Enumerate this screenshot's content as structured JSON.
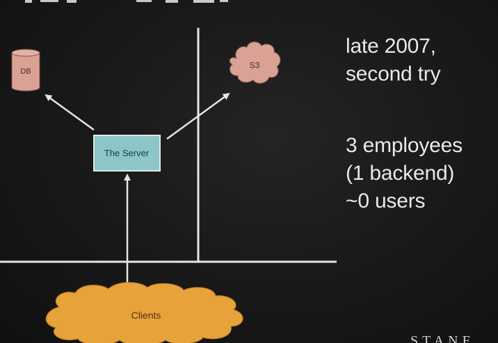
{
  "diagram": {
    "nodes": {
      "db": {
        "label": "DB",
        "shape": "cylinder",
        "fill": "#d9a294"
      },
      "s3": {
        "label": "S3",
        "shape": "cloud",
        "fill": "#d9a294"
      },
      "server": {
        "label": "The Server",
        "shape": "box",
        "fill": "#8cc6c8"
      },
      "clients": {
        "label": "Clients",
        "shape": "cloud",
        "fill": "#e8a23a"
      }
    },
    "edges": [
      {
        "from": "server",
        "to": "db"
      },
      {
        "from": "server",
        "to": "s3"
      },
      {
        "from": "clients",
        "to": "server"
      }
    ]
  },
  "caption": {
    "line1": "late 2007,",
    "line2": "second try"
  },
  "stats": {
    "line1": "3 employees",
    "line2": "(1 backend)",
    "line3": "~0 users"
  },
  "watermark": "STANF",
  "colors": {
    "background": "#1c1c1c",
    "lines": "#e6e6e6",
    "text": "#e9e9e9"
  }
}
